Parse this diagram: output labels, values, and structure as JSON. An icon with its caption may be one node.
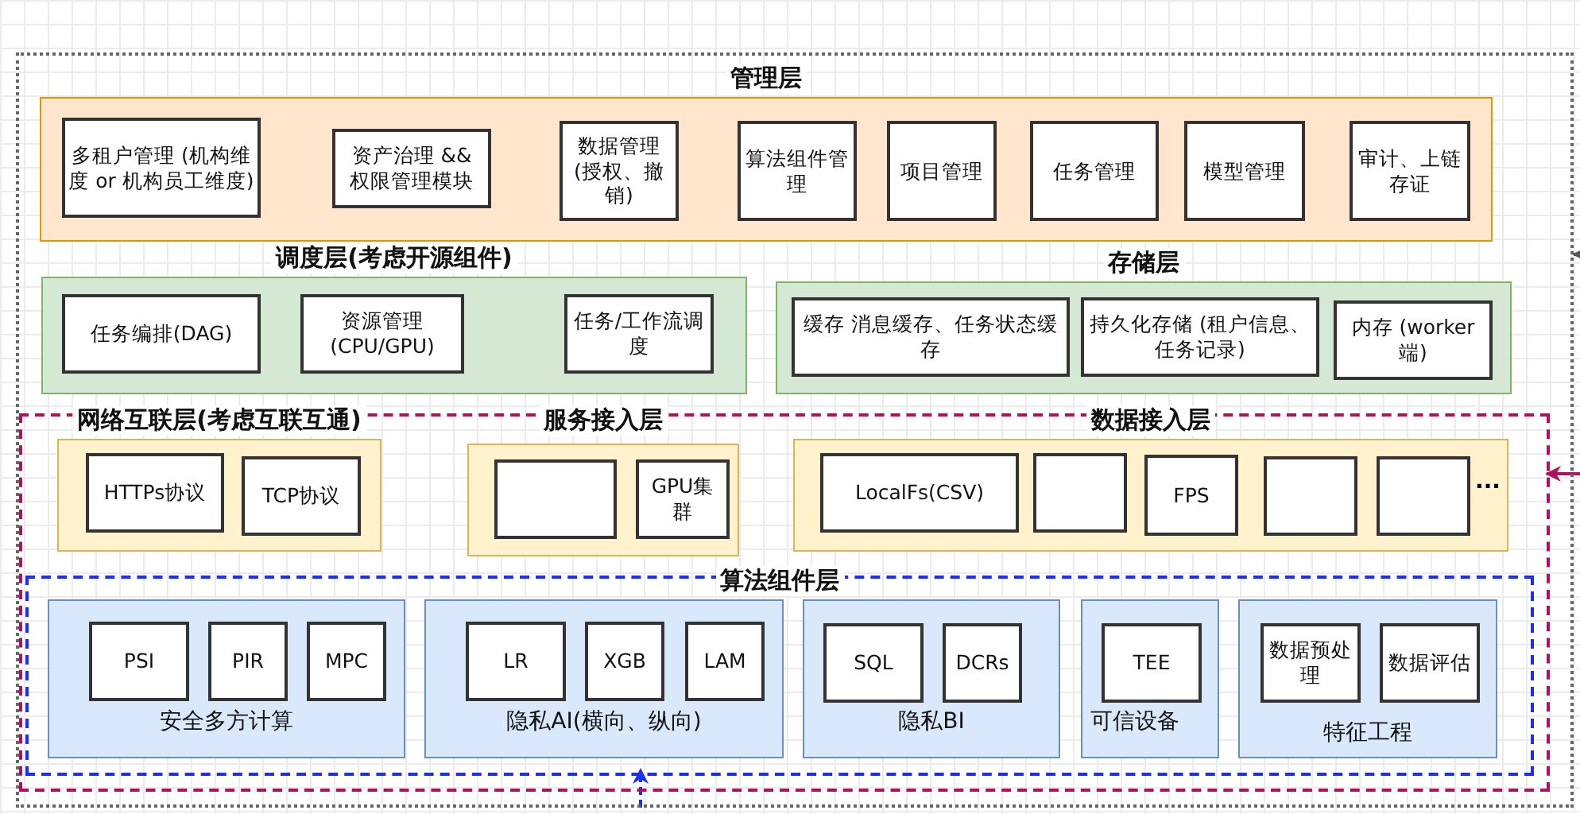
{
  "diagram": {
    "nodes": [
      {
        "text": [],
        "shape": "box"
      },
      {
        "text": [
          "管理层"
        ],
        "in": 0
      },
      {
        "text": [
          "多租户管理 (机构维度 or 机构员工维度)"
        ],
        "in": 1
      },
      {
        "text": [
          "资产治理 && 权限管理模块"
        ],
        "in": 1
      },
      {
        "text": [
          "数据管理 (授权、撤销)"
        ],
        "in": 1
      },
      {
        "text": [
          "算法组件管理"
        ],
        "in": 1
      },
      {
        "text": [
          "项目管理"
        ],
        "in": 1
      },
      {
        "text": [
          "任务管理"
        ],
        "in": 1
      },
      {
        "text": [
          "模型管理"
        ],
        "in": 1
      },
      {
        "text": [
          "审计、上链存证"
        ],
        "in": 1
      },
      {
        "text": [
          "调度层(考虑开源组件)"
        ],
        "in": 0
      },
      {
        "text": [
          "任务编排(DAG)"
        ],
        "in": 10
      },
      {
        "text": [
          "资源管理 (CPU/GPU)"
        ],
        "in": 10
      },
      {
        "text": [
          "任务/工作流调度"
        ],
        "in": 10
      },
      {
        "text": [
          "存储层"
        ],
        "in": 0
      },
      {
        "text": [
          "缓存 消息缓存、任务状态缓存"
        ],
        "in": 14
      },
      {
        "text": [
          "持久化存储 (租户信息、任务记录)"
        ],
        "in": 14
      },
      {
        "text": [
          "内存 (worker端)"
        ],
        "in": 14
      },
      {
        "text": [],
        "shape": "box",
        "in": 0
      },
      {
        "text": [
          "网络互联层(考虑互联互通)"
        ],
        "in": 18
      },
      {
        "text": [
          "HTTPs协议"
        ],
        "in": 19
      },
      {
        "text": [
          "TCP协议"
        ],
        "in": 19
      },
      {
        "text": [
          "服务接入层"
        ],
        "in": 18
      },
      {
        "text": [],
        "shape": "box",
        "in": 22
      },
      {
        "text": [
          "GPU集群"
        ],
        "in": 22
      },
      {
        "text": [
          "数据接入层"
        ],
        "in": 18
      },
      {
        "text": [
          "LocalFs(CSV)"
        ],
        "in": 25
      },
      {
        "text": [],
        "shape": "box",
        "in": 25
      },
      {
        "text": [
          "FPS"
        ],
        "in": 25
      },
      {
        "text": [],
        "shape": "box",
        "in": 25
      },
      {
        "text": [],
        "shape": "box",
        "in": 25,
        "beside": [
          "..."
        ]
      },
      {
        "text": [
          "算法组件层"
        ],
        "in": 18
      },
      {
        "text": [
          "安全多方计算"
        ],
        "in": 31
      },
      {
        "text": [
          "PSI"
        ],
        "in": 32
      },
      {
        "text": [
          "PIR"
        ],
        "in": 32
      },
      {
        "text": [
          "MPC"
        ],
        "in": 32
      },
      {
        "text": [
          "隐私AI(横向、纵向)"
        ],
        "in": 31
      },
      {
        "text": [
          "LR"
        ],
        "in": 36
      },
      {
        "text": [
          "XGB"
        ],
        "in": 36
      },
      {
        "text": [
          "LAM"
        ],
        "in": 36
      },
      {
        "text": [
          "隐私BI"
        ],
        "in": 31
      },
      {
        "text": [
          "SQL"
        ],
        "in": 40
      },
      {
        "text": [
          "DCRs"
        ],
        "in": 40
      },
      {
        "text": [
          "可信设备"
        ],
        "in": 31
      },
      {
        "text": [
          "TEE"
        ],
        "in": 43
      },
      {
        "text": [
          "特征工程"
        ],
        "in": 31
      },
      {
        "text": [
          "数据预处理"
        ],
        "in": 45
      },
      {
        "text": [
          "数据评估"
        ],
        "in": 45
      }
    ],
    "edges": [
      {
        "from": null,
        "to": 0,
        "arrow": "to",
        "color": "#555555"
      },
      {
        "from": null,
        "to": 18,
        "arrow": "to",
        "color": "#b0105f"
      },
      {
        "from": null,
        "to": 31,
        "arrow": "to",
        "style": "dashed",
        "color": "#1a2ff0"
      }
    ]
  }
}
